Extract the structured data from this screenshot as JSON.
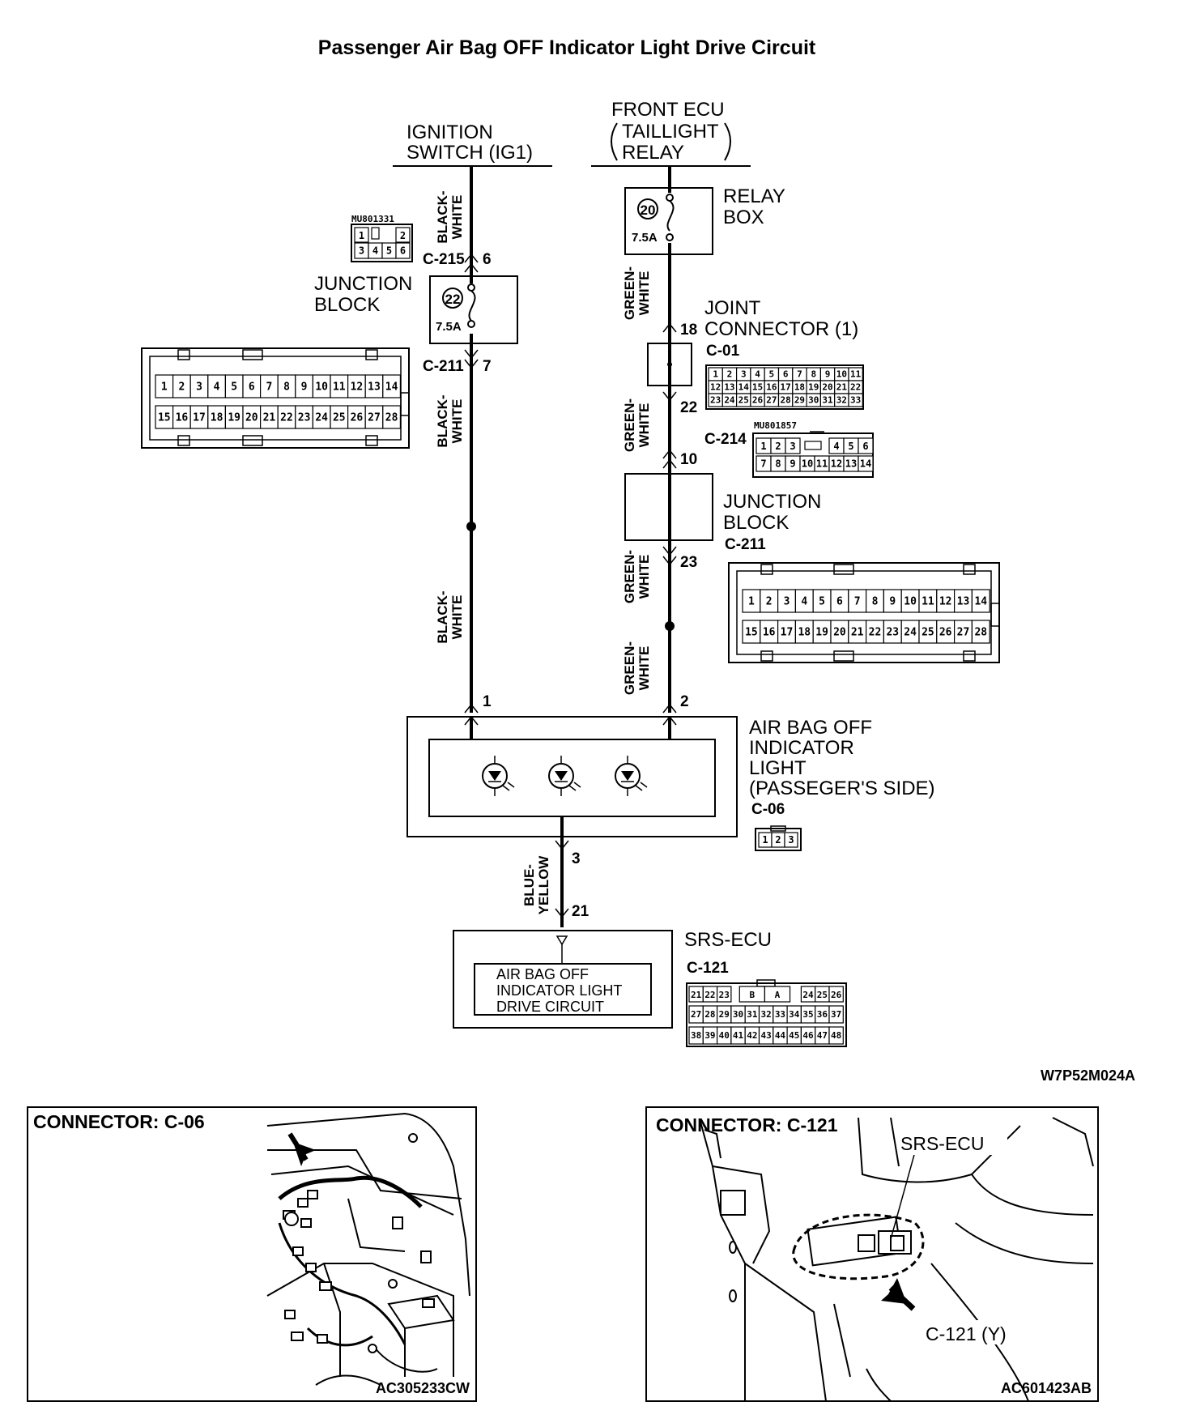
{
  "title": "Passenger Air Bag OFF Indicator Light Drive Circuit",
  "sources": {
    "ignition": [
      "IGNITION",
      "SWITCH (IG1)"
    ],
    "front_ecu": [
      "FRONT ECU",
      "TAILLIGHT",
      "RELAY"
    ]
  },
  "wires": {
    "black_white": [
      "BLACK-",
      "WHITE"
    ],
    "green_white": [
      "GREEN-",
      "WHITE"
    ],
    "blue_yellow": [
      "BLUE-",
      "YELLOW"
    ]
  },
  "relay_box": {
    "label": [
      "RELAY",
      "BOX"
    ],
    "fuse_no": "20",
    "fuse_rating": "7.5A"
  },
  "junction_block_left": {
    "label": [
      "JUNCTION",
      "BLOCK"
    ],
    "fuse_no": "22",
    "fuse_rating": "7.5A"
  },
  "joint_connector": {
    "label": [
      "JOINT",
      "CONNECTOR (1)"
    ],
    "id": "C-01"
  },
  "junction_block_right": {
    "label": [
      "JUNCTION",
      "BLOCK"
    ],
    "id": "C-211"
  },
  "indicator": {
    "label": [
      "AIR BAG OFF",
      "INDICATOR",
      "LIGHT",
      "(PASSEGER'S SIDE)"
    ],
    "id": "C-06"
  },
  "srs_ecu": {
    "label": "SRS-ECU",
    "id": "C-121",
    "inner": [
      "AIR BAG OFF",
      "INDICATOR LIGHT",
      "DRIVE CIRCUIT"
    ]
  },
  "connectors": {
    "c215": "C-215",
    "c211": "C-211",
    "c214": "C-214",
    "mu_c215": "MU801331",
    "mu_c214": "MU801857"
  },
  "pins": {
    "c215": "6",
    "c211_left": "7",
    "joint_in": "18",
    "joint_out": "22",
    "c214": "10",
    "jb_out": "23",
    "ind_1": "1",
    "ind_2": "2",
    "ind_3": "3",
    "srs_21": "21"
  },
  "grids": {
    "c215": [
      [
        "1",
        "",
        "2"
      ],
      [
        "3",
        "4",
        "5",
        "6"
      ]
    ],
    "c211": [
      [
        "1",
        "2",
        "3",
        "4",
        "5",
        "6",
        "7",
        "8",
        "9",
        "10",
        "11",
        "12",
        "13",
        "14"
      ],
      [
        "15",
        "16",
        "17",
        "18",
        "19",
        "20",
        "21",
        "22",
        "23",
        "24",
        "25",
        "26",
        "27",
        "28"
      ]
    ],
    "c01": [
      [
        "1",
        "2",
        "3",
        "4",
        "5",
        "6",
        "7",
        "8",
        "9",
        "10",
        "11"
      ],
      [
        "12",
        "13",
        "14",
        "15",
        "16",
        "17",
        "18",
        "19",
        "20",
        "21",
        "22"
      ],
      [
        "23",
        "24",
        "25",
        "26",
        "27",
        "28",
        "29",
        "30",
        "31",
        "32",
        "33"
      ]
    ],
    "c214": [
      [
        "1",
        "2",
        "3",
        "",
        "4",
        "5",
        "6"
      ],
      [
        "7",
        "8",
        "9",
        "10",
        "11",
        "12",
        "13",
        "14"
      ]
    ],
    "c06": [
      "1",
      "2",
      "3"
    ],
    "c121": [
      [
        "21",
        "22",
        "23",
        "B",
        "A",
        "24",
        "25",
        "26"
      ],
      [
        "27",
        "28",
        "29",
        "30",
        "31",
        "32",
        "33",
        "34",
        "35",
        "36",
        "37"
      ],
      [
        "38",
        "39",
        "40",
        "41",
        "42",
        "43",
        "44",
        "45",
        "46",
        "47",
        "48"
      ]
    ]
  },
  "figure_code": "W7P52M024A",
  "panels": {
    "left": {
      "title": "CONNECTOR: C-06",
      "code": "AC305233CW"
    },
    "right": {
      "title": "CONNECTOR: C-121",
      "code": "AC601423AB",
      "label_ecu": "SRS-ECU",
      "label_conn": "C-121 (Y)"
    }
  }
}
